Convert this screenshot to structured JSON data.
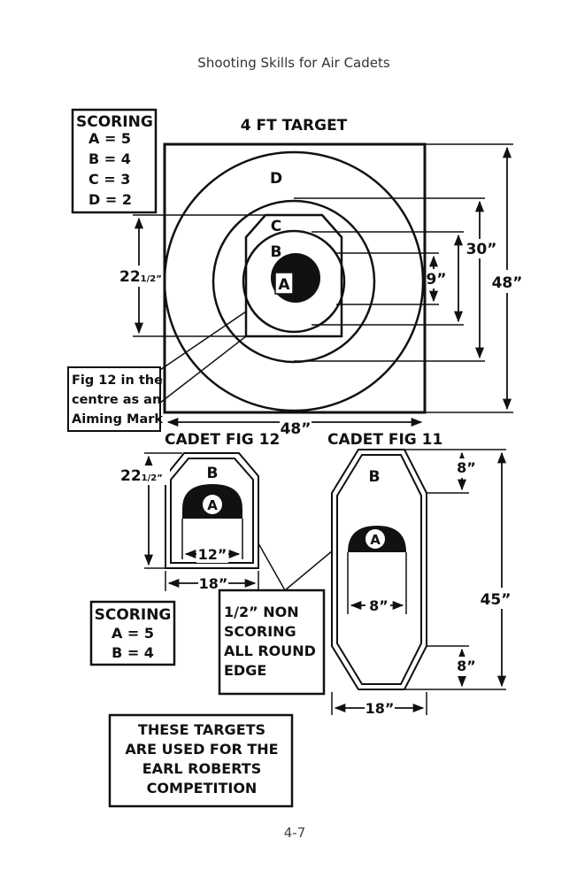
{
  "header": "Shooting Skills for Air Cadets",
  "page_number": "4-7",
  "scoring_large": {
    "title": "SCORING",
    "lines": [
      "A = 5",
      "B = 4",
      "C = 3",
      "D = 2"
    ]
  },
  "target_4ft": {
    "title": "4 FT TARGET",
    "rings": [
      "A",
      "B",
      "C",
      "D"
    ],
    "dim_width": "48”",
    "dim_height": "48”",
    "dim_30": "30”",
    "dim_9": "9”",
    "dim_22": "22",
    "dim_22_frac": "1/2”"
  },
  "aiming_note": [
    "Fig 12 in the",
    "centre as an",
    "Aiming Mark"
  ],
  "cadet_fig12": {
    "title": "CADET FIG 12",
    "zone_b": "B",
    "zone_a": "A",
    "dim_height": "22",
    "dim_height_frac": "1/2”",
    "dim_inner": "12”",
    "dim_width": "18”"
  },
  "cadet_fig11": {
    "title": "CADET  FIG 11",
    "zone_b": "B",
    "zone_a": "A",
    "dim_top": "8”",
    "dim_bottom": "8”",
    "dim_height": "45”",
    "dim_inner": "8”",
    "dim_width": "18”"
  },
  "scoring_small": {
    "title": "SCORING",
    "lines": [
      "A = 5",
      "B = 4"
    ]
  },
  "edge_note": [
    "1/2” NON",
    "SCORING",
    "ALL ROUND",
    "EDGE"
  ],
  "competition_note": [
    "THESE TARGETS",
    "ARE USED FOR THE",
    "EARL ROBERTS",
    "COMPETITION"
  ]
}
